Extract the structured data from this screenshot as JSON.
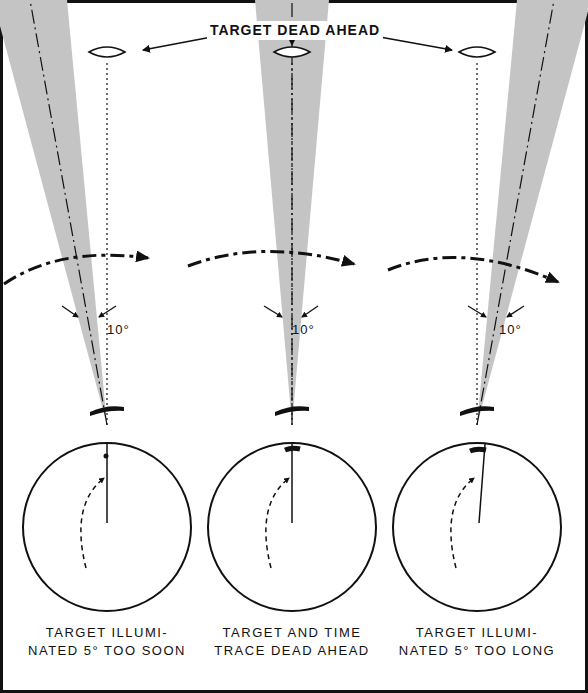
{
  "diagram": {
    "labels": [
      "TARGET DEAD AHEAD",
      "10°",
      "10°",
      "10°",
      "TARGET ILLUMI- NATED 5° TOO SOON",
      "TARGET AND TIME TRACE DEAD AHEAD",
      "TARGET ILLUMI- NATED 5° TOO LONG"
    ]
  }
}
